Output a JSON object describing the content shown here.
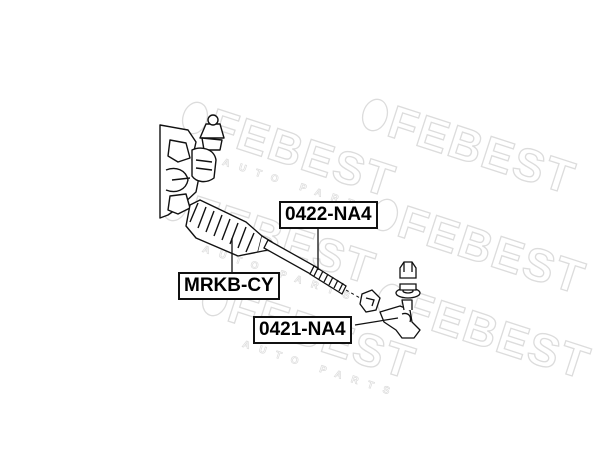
{
  "parts": [
    {
      "id": "tie-rod",
      "code": "0422-NA4"
    },
    {
      "id": "boot",
      "code": "MRKB-CY"
    },
    {
      "id": "tie-rod-end",
      "code": "0421-NA4"
    }
  ],
  "watermark": {
    "brand": "FEBEST",
    "tagline": "AUTO PARTS"
  },
  "colors": {
    "line": "#111111",
    "watermark": "#e2e2e2",
    "text": "#000000"
  }
}
